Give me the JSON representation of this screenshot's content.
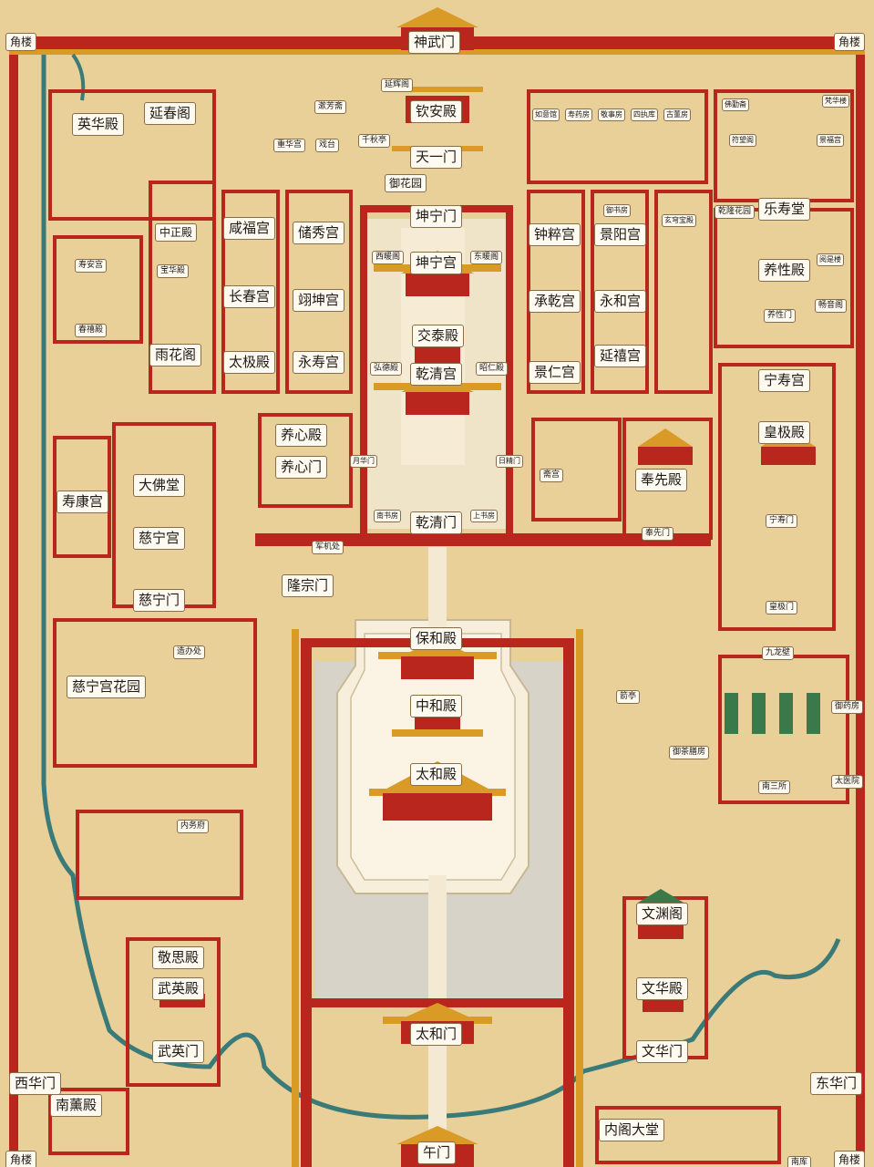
{
  "map": {
    "colors": {
      "ground": "#e9cf98",
      "wall_red": "#b8261d",
      "roof_gold": "#d99a26",
      "courtyard_gray": "#d8d3c8",
      "water": "#3a7a78",
      "label_bg": "#fffaf0"
    },
    "labels": {
      "jiaolou_nw": "角楼",
      "jiaolou_ne": "角楼",
      "jiaolou_sw": "角楼",
      "jiaolou_se": "角楼",
      "shenwumen": "神武门",
      "yanhuige": "延辉阁",
      "qinandian": "钦安殿",
      "tianyimen": "天一门",
      "yuhuayuan": "御花园",
      "qianqiuting": "千秋亭",
      "jifangzhai": "漱芳斋",
      "chonghuagong": "重华宫",
      "xitai": "戏台",
      "yanchunge": "延春阁",
      "yinghuadian": "英华殿",
      "ruyiguan": "如意馆",
      "shouyaofang": "寿药房",
      "jingshifang": "敬事房",
      "sizhiku": "四执库",
      "gudongfang": "古董房",
      "fanhualou": "梵华楼",
      "fojiongchai": "佛勤斋",
      "fuwangge": "符望阁",
      "jingfugong": "景福宫",
      "kunningmen": "坤宁门",
      "kunninggong": "坤宁宫",
      "xinuange": "西暖阁",
      "dongnuange": "东暖阁",
      "jiaotaidian": "交泰殿",
      "qianqinggong": "乾清宫",
      "hongdedian": "弘德殿",
      "zhaorendian": "昭仁殿",
      "xianfugong": "咸福宫",
      "chuxiugong": "储秀宫",
      "changchungong": "长春宫",
      "yikungong": "翊坤宫",
      "taijidian": "太极殿",
      "yongshougong": "永寿宫",
      "zhongzhengdian": "中正殿",
      "baohuadian": "宝华殿",
      "yuhuage": "雨花阁",
      "shouangong": "寿安宫",
      "chunxidian": "春禧殿",
      "zhongcuigong": "钟粹宫",
      "yushufang": "御书房",
      "jingyanggong": "景阳宫",
      "xuanqiongbaodian": "玄穹宝殿",
      "chengqiangong": "承乾宫",
      "yonghegong": "永和宫",
      "jingrengong": "景仁宫",
      "yanxigong": "延禧宫",
      "qianlonghuayuan": "乾隆花园",
      "leshoutang": "乐寿堂",
      "yangxingdian": "养性殿",
      "yueshilou": "阅是楼",
      "yangxingmen": "养性门",
      "changyinge": "畅音阁",
      "ningshougong": "宁寿宫",
      "huangjidian": "皇极殿",
      "ningshoumen": "宁寿门",
      "huangjimen": "皇极门",
      "jiulongbi": "九龙壁",
      "yangxindian": "养心殿",
      "yangxinmen": "养心门",
      "yuehuamen": "月华门",
      "rijingmen": "日精门",
      "nanshufang": "南书房",
      "qianqingmen": "乾清门",
      "shangshufang": "上书房",
      "junjichu": "军机处",
      "zhaigong": "斋宫",
      "fengxiandian": "奉先殿",
      "fengxianmen": "奉先门",
      "shoukanggong": "寿康宫",
      "dafotang": "大佛堂",
      "cininggong": "慈宁宫",
      "ciningmen": "慈宁门",
      "longzongmen": "隆宗门",
      "baohedian": "保和殿",
      "zhonghedian": "中和殿",
      "taihedian": "太和殿",
      "zaobanchu": "造办处",
      "cininggonghuayuan": "慈宁宫花园",
      "jianting": "箭亭",
      "yuyaofang": "御药房",
      "yuchashanfang": "御茶膳房",
      "nansansuo": "南三所",
      "taiyiyuan": "太医院",
      "neiwufu": "内务府",
      "wenyuange": "文渊阁",
      "wenhuadian": "文华殿",
      "wenhuamen": "文华门",
      "jingsidian": "敬思殿",
      "wuyingdian": "武英殿",
      "wuyingmen": "武英门",
      "taihemen": "太和门",
      "xihuamen": "西华门",
      "donghuamen": "东华门",
      "nanxundian": "南薰殿",
      "neigedatang": "内阁大堂",
      "wumen": "午门",
      "nanku": "南库"
    }
  }
}
